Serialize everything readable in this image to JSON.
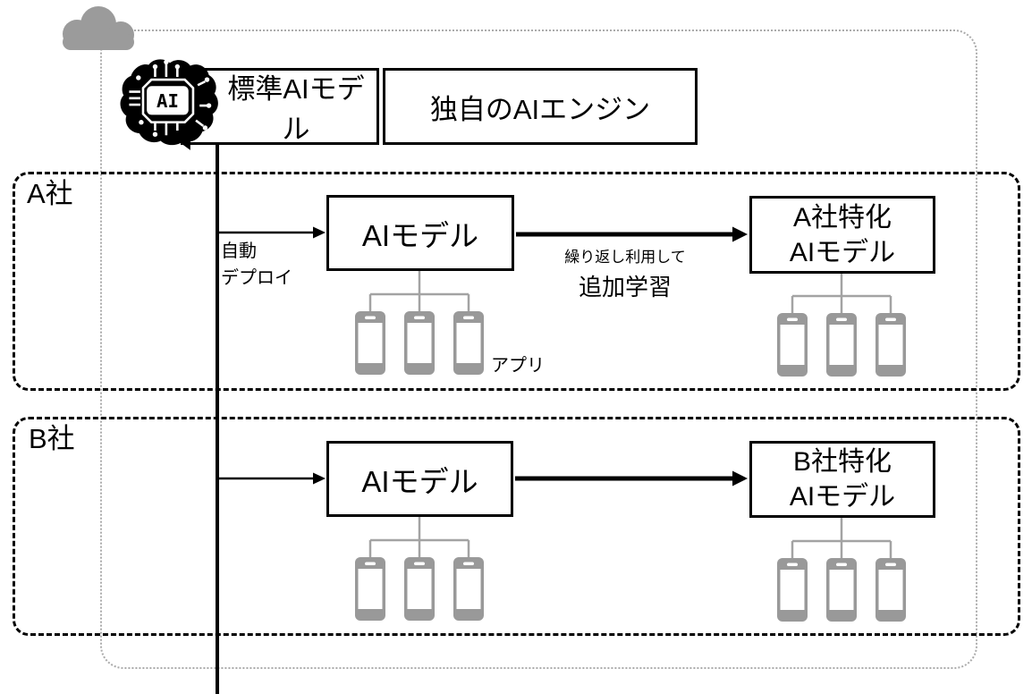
{
  "diagram": {
    "cloud_platform": {
      "standard_model_box": "標準AIモデル",
      "engine_box": "独自のAIエンジン",
      "ai_icon_text": "AI"
    },
    "company_a": {
      "label": "A社",
      "model_box": "AIモデル",
      "specialized_box_line1": "A社特化",
      "specialized_box_line2": "AIモデル",
      "deploy_note_line1": "自動",
      "deploy_note_line2": "デプロイ",
      "learning_note_line1": "繰り返し利用して",
      "learning_note_line2": "追加学習",
      "app_note": "アプリ"
    },
    "company_b": {
      "label": "B社",
      "model_box": "AIモデル",
      "specialized_box_line1": "B社特化",
      "specialized_box_line2": "AIモデル"
    },
    "icons": {
      "cloud": "cloud-icon",
      "ai_brain": "ai-brain-icon",
      "smartphone": "smartphone-icon"
    },
    "colors": {
      "line_black": "#000000",
      "device_gray": "#999999",
      "connector_gray": "#a3a3a3",
      "cloud_gray": "#9b9b9b",
      "dotted_border_gray": "#ababab",
      "background": "#ffffff"
    }
  }
}
